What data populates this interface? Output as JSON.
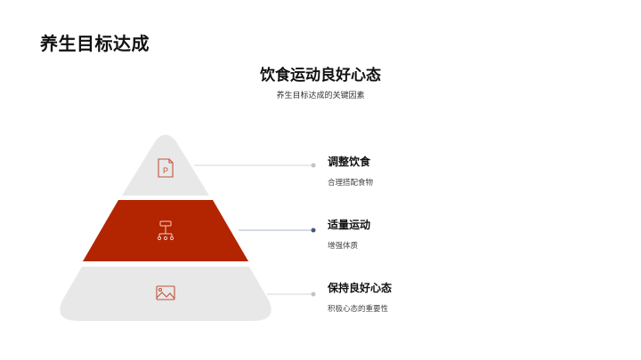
{
  "page": {
    "title": "养生目标达成"
  },
  "diagram": {
    "title": "饮食运动良好心态",
    "subtitle": "养生目标达成的关键因素",
    "colors": {
      "accent": "#b32400",
      "neutral": "#e8e8e8",
      "icon": "#c0553a",
      "line": "#d4d4d4",
      "active_line": "#a9b6c8",
      "active_dot": "#3d5a80"
    },
    "levels": [
      {
        "icon": "document-icon",
        "title": "调整饮食",
        "desc": "合理搭配食物"
      },
      {
        "icon": "org-chart-icon",
        "title": "适量运动",
        "desc": "增强体质"
      },
      {
        "icon": "image-icon",
        "title": "保持良好心态",
        "desc": "积极心态的重要性"
      }
    ]
  }
}
